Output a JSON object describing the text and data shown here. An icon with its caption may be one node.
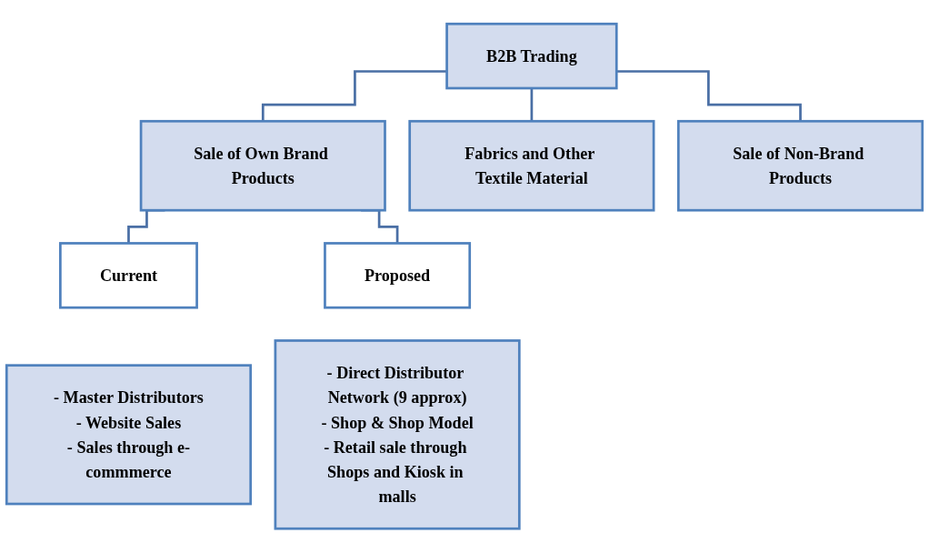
{
  "diagram": {
    "nodes": [
      {
        "text": [
          "B2B Trading"
        ]
      },
      {
        "text": [
          "Sale of Own Brand Products"
        ]
      },
      {
        "text": [
          "Fabrics and Other Textile Material"
        ]
      },
      {
        "text": [
          "Sale of Non-Brand Products"
        ]
      },
      {
        "text": [
          "Current"
        ]
      },
      {
        "text": [
          "Proposed"
        ]
      },
      {
        "text": [
          "- Master Distributors",
          "- Website Sales",
          "- Sales through e-commmerce"
        ]
      },
      {
        "text": [
          "- Direct Distributor Network (9 approx)",
          "- Shop & Shop Model",
          "- Retail sale through Shops and Kiosk in malls"
        ]
      }
    ],
    "edges": [
      {
        "from": 0,
        "to": 1,
        "arrow": "none"
      },
      {
        "from": 0,
        "to": 2,
        "arrow": "none"
      },
      {
        "from": 0,
        "to": 3,
        "arrow": "none"
      },
      {
        "from": 1,
        "to": 4,
        "arrow": "none"
      },
      {
        "from": 1,
        "to": 5,
        "arrow": "none"
      }
    ]
  }
}
